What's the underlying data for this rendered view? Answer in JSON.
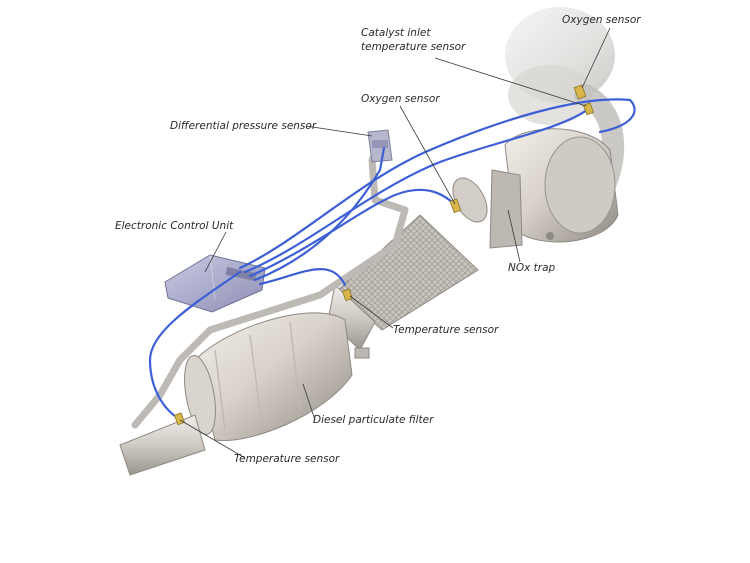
{
  "labels": {
    "oxygen_sensor_top": "Oxygen sensor",
    "catalyst_inlet_line1": "Catalyst inlet",
    "catalyst_inlet_line2": "temperature sensor",
    "oxygen_sensor_mid": "Oxygen sensor",
    "differential_pressure_sensor": "Differential pressure sensor",
    "electronic_control_unit": "Electronic Control Unit",
    "nox_trap": "NOx trap",
    "temperature_sensor_mid": "Temperature sensor",
    "diesel_particulate_filter": "Diesel particulate filter",
    "temperature_sensor_bottom": "Temperature sensor"
  },
  "colors": {
    "wire": "#3d5fd6",
    "metal_light": "#e4e0db",
    "metal_dark": "#9c9893",
    "ecu": "#a8a9c9",
    "sensor_tip": "#d8b64a"
  }
}
